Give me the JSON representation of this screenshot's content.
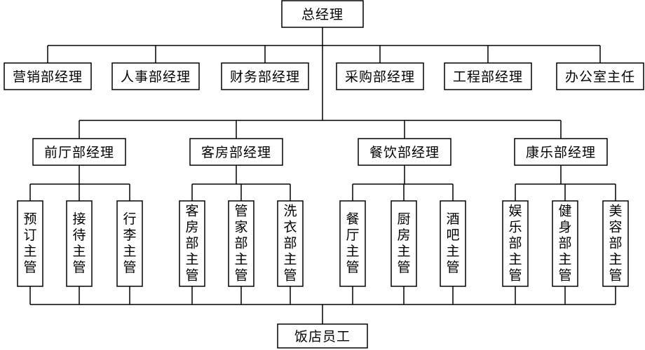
{
  "general_manager": "总经理",
  "top_managers": [
    "营销部经理",
    "人事部经理",
    "财务部经理",
    "采购部经理",
    "工程部经理",
    "办公室主任"
  ],
  "dept_managers": [
    {
      "label": "前厅部经理",
      "supervisors": [
        "预订主管",
        "接待主管",
        "行李主管"
      ]
    },
    {
      "label": "客房部经理",
      "supervisors": [
        "客房部主管",
        "管家部主管",
        "洗衣部主管"
      ]
    },
    {
      "label": "餐饮部经理",
      "supervisors": [
        "餐厅主管",
        "厨房主管",
        "酒吧主管"
      ]
    },
    {
      "label": "康乐部经理",
      "supervisors": [
        "娱乐部主管",
        "健身部主管",
        "美容部主管"
      ]
    }
  ],
  "staff": "饭店员工"
}
